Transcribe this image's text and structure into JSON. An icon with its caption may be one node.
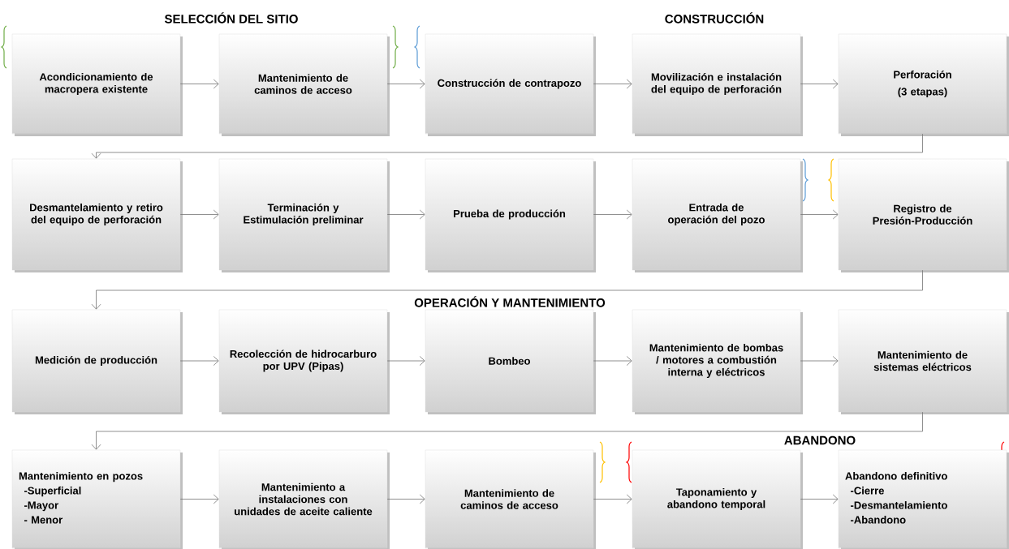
{
  "diagram": {
    "nodes": [
      {
        "text": [
          "Acondicionamiento de macropera existente"
        ]
      },
      {
        "text": [
          "Mantenimiento de caminos de acceso"
        ]
      },
      {
        "text": [
          "Construcción de contrapozo"
        ]
      },
      {
        "text": [
          "Movilización e instalación del equipo de perforación"
        ]
      },
      {
        "text": [
          "Perforación",
          "(3 etapas)"
        ]
      },
      {
        "text": [
          "Desmantelamiento y retiro del equipo de perforación"
        ]
      },
      {
        "text": [
          "Terminación y Estimulación preliminar"
        ]
      },
      {
        "text": [
          "Prueba de producción"
        ]
      },
      {
        "text": [
          "Entrada de operación del pozo"
        ]
      },
      {
        "text": [
          "Registro de Presión-Producción"
        ]
      },
      {
        "text": [
          "Medición de producción"
        ]
      },
      {
        "text": [
          "Recolección de hidrocarburo por UPV (Pipas)"
        ]
      },
      {
        "text": [
          "Bombeo"
        ]
      },
      {
        "text": [
          "Mantenimiento de bombas / motores a combustión interna y eléctricos"
        ]
      },
      {
        "text": [
          "Mantenimiento de sistemas eléctricos"
        ]
      },
      {
        "text": [
          "Mantenimiento en pozos",
          "-Superficial",
          "-Mayor",
          "- Menor"
        ]
      },
      {
        "text": [
          "Mantenimiento a instalaciones con unidades de aceite caliente"
        ]
      },
      {
        "text": [
          "Mantenimiento de caminos de acceso"
        ]
      },
      {
        "text": [
          "Taponamiento y abandono temporal"
        ]
      },
      {
        "text": [
          "Abandono definitivo",
          "-Cierre",
          "-Desmantelamiento",
          "-Abandono"
        ]
      }
    ],
    "edges": [
      {
        "from": 0,
        "to": 1,
        "arrow": "to"
      },
      {
        "from": 1,
        "to": 2,
        "arrow": "to"
      },
      {
        "from": 2,
        "to": 3,
        "arrow": "to"
      },
      {
        "from": 3,
        "to": 4,
        "arrow": "to"
      },
      {
        "from": 4,
        "to": 5,
        "arrow": "to"
      },
      {
        "from": 5,
        "to": 6,
        "arrow": "to"
      },
      {
        "from": 6,
        "to": 7,
        "arrow": "to"
      },
      {
        "from": 7,
        "to": 8,
        "arrow": "to"
      },
      {
        "from": 8,
        "to": 9,
        "arrow": "to"
      },
      {
        "from": 9,
        "to": 10,
        "arrow": "to"
      },
      {
        "from": 10,
        "to": 11,
        "arrow": "to"
      },
      {
        "from": 11,
        "to": 12,
        "arrow": "to"
      },
      {
        "from": 12,
        "to": 13,
        "arrow": "to"
      },
      {
        "from": 13,
        "to": 14,
        "arrow": "to"
      },
      {
        "from": 14,
        "to": 15,
        "arrow": "to"
      },
      {
        "from": 15,
        "to": 16,
        "arrow": "to"
      },
      {
        "from": 16,
        "to": 17,
        "arrow": "to"
      },
      {
        "from": 17,
        "to": 18,
        "arrow": "to"
      },
      {
        "from": 18,
        "to": 19,
        "arrow": "to"
      }
    ],
    "labels": [
      "SELECCIÓN DEL SITIO",
      "CONSTRUCCIÓN",
      "OPERACIÓN Y MANTENIMIENTO",
      "ABANDONO"
    ]
  }
}
